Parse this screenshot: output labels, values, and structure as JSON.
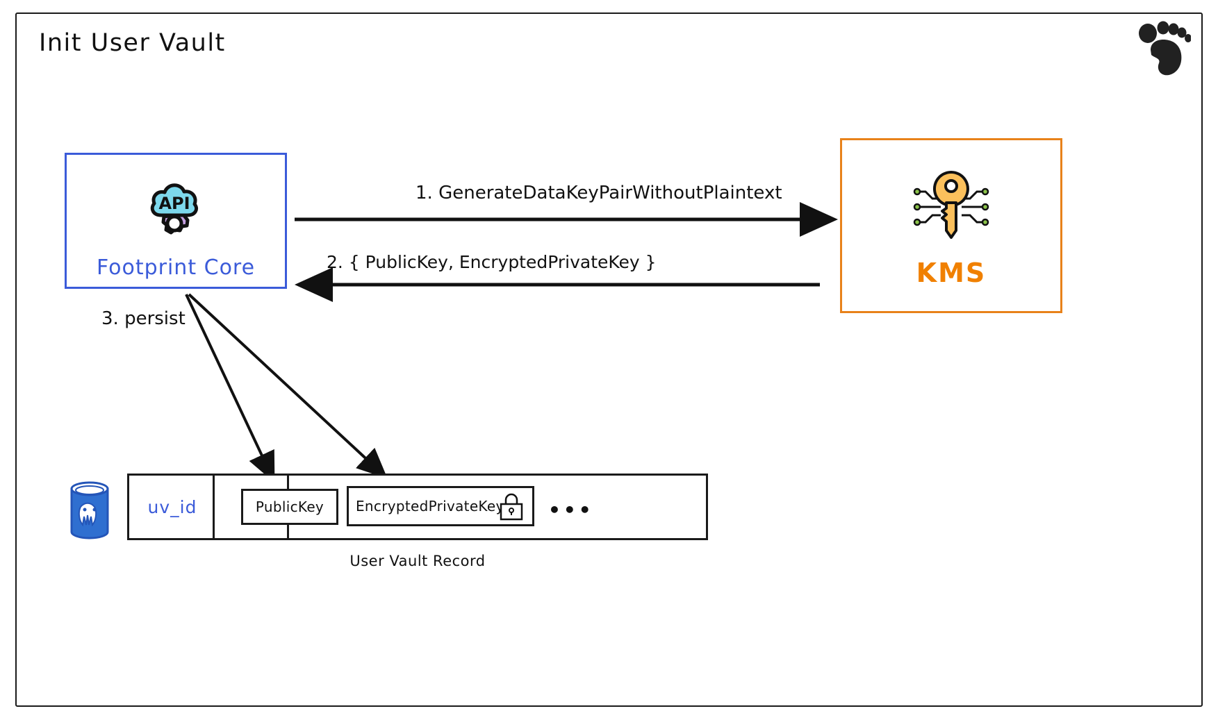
{
  "diagram": {
    "title": "Init User Vault",
    "logo_icon": "footprint-logo-icon",
    "colors": {
      "core_border": "#3b5bd9",
      "core_label": "#3b5bd9",
      "kms_border": "#e8821a",
      "kms_label": "#f08000",
      "stroke": "#1a1a1a",
      "api_cloud": "#7dd8ec",
      "api_gear": "#c49fe0",
      "key_fill": "#fbc05c",
      "postgres_blue": "#2f6fd0"
    }
  },
  "nodes": {
    "footprint_core": {
      "label": "Footprint Core",
      "icon": "api-cloud-gear-icon",
      "icon_text": "API"
    },
    "kms": {
      "label": "KMS",
      "icon": "key-circuit-icon"
    }
  },
  "edges": [
    {
      "id": 1,
      "label": "1. GenerateDataKeyPairWithoutPlaintext",
      "direction": "right"
    },
    {
      "id": 2,
      "label": "2. { PublicKey, EncryptedPrivateKey }",
      "direction": "left"
    },
    {
      "id": 3,
      "label": "3. persist",
      "direction": "down"
    }
  ],
  "record": {
    "db_icon": "postgres-elephant-icon",
    "caption": "User Vault Record",
    "columns": [
      {
        "name": "uv_id",
        "style": "plain"
      },
      {
        "name": "PublicKey",
        "style": "boxed"
      },
      {
        "name": "EncryptedPrivateKey",
        "style": "boxed",
        "icon": "lock-icon"
      },
      {
        "name": "•••",
        "style": "ellipsis"
      }
    ]
  }
}
